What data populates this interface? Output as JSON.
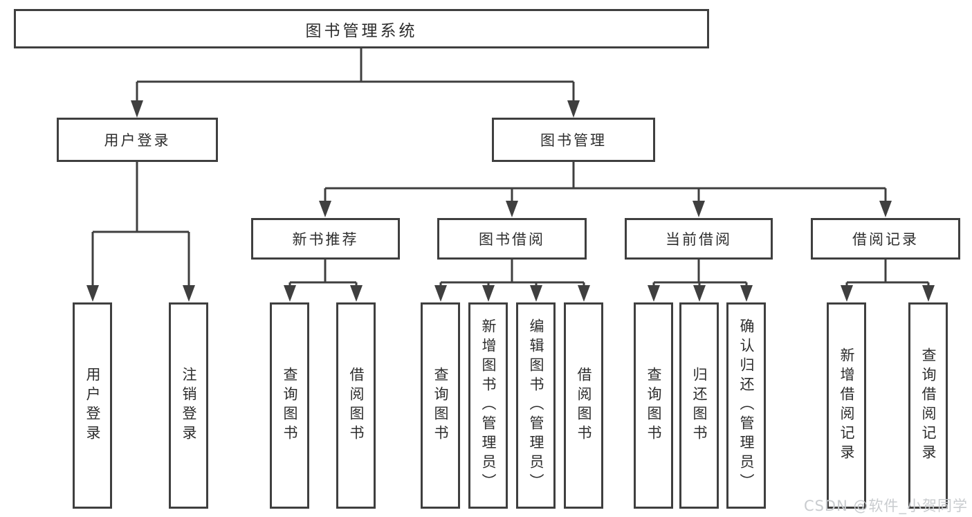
{
  "diagram": {
    "title": "图书管理系统",
    "branches": [
      {
        "label": "用户登录",
        "children": [
          "用户登录",
          "注销登录"
        ]
      },
      {
        "label": "图书管理",
        "children": [
          {
            "label": "新书推荐",
            "children": [
              "查询图书",
              "借阅图书"
            ]
          },
          {
            "label": "图书借阅",
            "children": [
              "查询图书",
              "新增图书（管理员）",
              "编辑图书（管理员）",
              "借阅图书"
            ]
          },
          {
            "label": "当前借阅",
            "children": [
              "查询图书",
              "归还图书",
              "确认归还（管理员）"
            ]
          },
          {
            "label": "借阅记录",
            "children": [
              "新增借阅记录",
              "查询借阅记录"
            ]
          }
        ]
      }
    ]
  },
  "watermark": {
    "text": "CSDN @软件_小贺同学"
  },
  "colors": {
    "line": "#3f3f3f",
    "box_border": "#3f3f3f",
    "text": "#2d2d2d",
    "watermark": "#c9cccf",
    "background": "#ffffff"
  }
}
